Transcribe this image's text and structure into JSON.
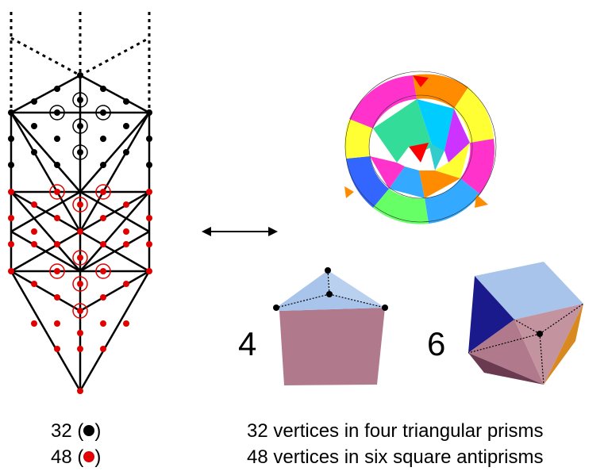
{
  "colors": {
    "black_vertex": "#000000",
    "red_vertex": "#e00000",
    "prism_top": "#a8c4ea",
    "prism_side": "#b07a8c",
    "antiprism_top": "#a8c4ea",
    "antiprism_left": "#1a1a8c",
    "antiprism_front": "#b07a8c",
    "antiprism_right": "#d88a20"
  },
  "labels": {
    "prism_count": "4",
    "antiprism_count": "6"
  },
  "legend": {
    "black_count": "32 (",
    "black_close": ")",
    "red_count": "48 (",
    "red_close": ")",
    "black_desc": "32 vertices in four triangular prisms",
    "red_desc": "48 vertices in six square antiprisms"
  },
  "icons": {
    "arrow": "double-headed-arrow-icon",
    "black_marker": "black-dot-icon",
    "red_marker": "red-dot-icon"
  }
}
